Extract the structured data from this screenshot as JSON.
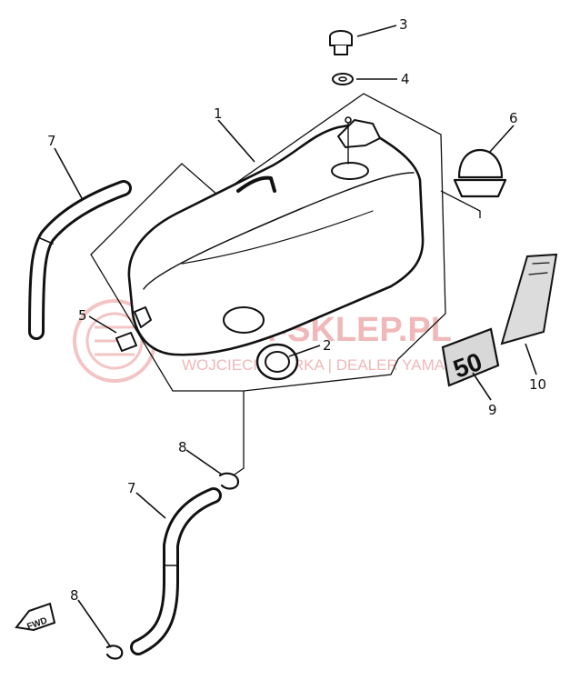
{
  "diagram": {
    "callouts": [
      {
        "id": "1",
        "label": "1"
      },
      {
        "id": "2",
        "label": "2"
      },
      {
        "id": "3",
        "label": "3"
      },
      {
        "id": "4",
        "label": "4"
      },
      {
        "id": "5",
        "label": "5"
      },
      {
        "id": "6",
        "label": "6"
      },
      {
        "id": "7a",
        "label": "7"
      },
      {
        "id": "7b",
        "label": "7"
      },
      {
        "id": "8a",
        "label": "8"
      },
      {
        "id": "8b",
        "label": "8"
      },
      {
        "id": "9",
        "label": "9"
      },
      {
        "id": "10",
        "label": "10"
      }
    ],
    "fwd_label": "FWD",
    "badge_text": "50"
  },
  "watermark": {
    "line1": "YAMA-SKLEP.PL",
    "line2": "WOJCIECH GÓRKA | DEALER YAMAHA",
    "color": "#f0b8b8"
  }
}
